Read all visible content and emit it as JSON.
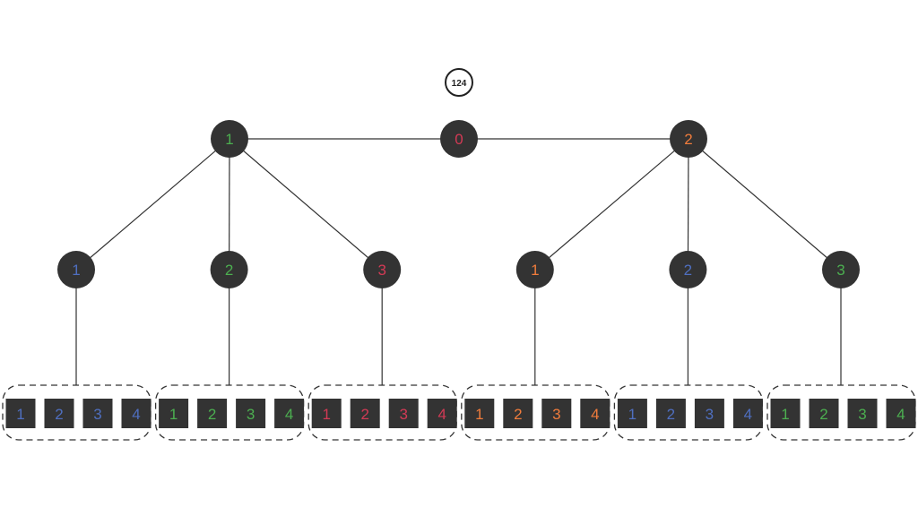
{
  "badge": "124",
  "colors": {
    "node": "#333333",
    "blue": "#4f6fc0",
    "green": "#4caf50",
    "red": "#d33a55",
    "orange": "#f07c3c",
    "line": "#333333"
  },
  "root": {
    "label": "0",
    "color": "red"
  },
  "branches": [
    {
      "label": "1",
      "color": "green",
      "children": [
        {
          "label": "1",
          "color": "blue",
          "items": [
            "1",
            "2",
            "3",
            "4"
          ]
        },
        {
          "label": "2",
          "color": "green",
          "items": [
            "1",
            "2",
            "3",
            "4"
          ]
        },
        {
          "label": "3",
          "color": "red",
          "items": [
            "1",
            "2",
            "3",
            "4"
          ]
        }
      ]
    },
    {
      "label": "2",
      "color": "orange",
      "children": [
        {
          "label": "1",
          "color": "orange",
          "items": [
            "1",
            "2",
            "3",
            "4"
          ]
        },
        {
          "label": "2",
          "color": "blue",
          "items": [
            "1",
            "2",
            "3",
            "4"
          ]
        },
        {
          "label": "3",
          "color": "green",
          "items": [
            "1",
            "2",
            "3",
            "4"
          ]
        }
      ]
    }
  ]
}
